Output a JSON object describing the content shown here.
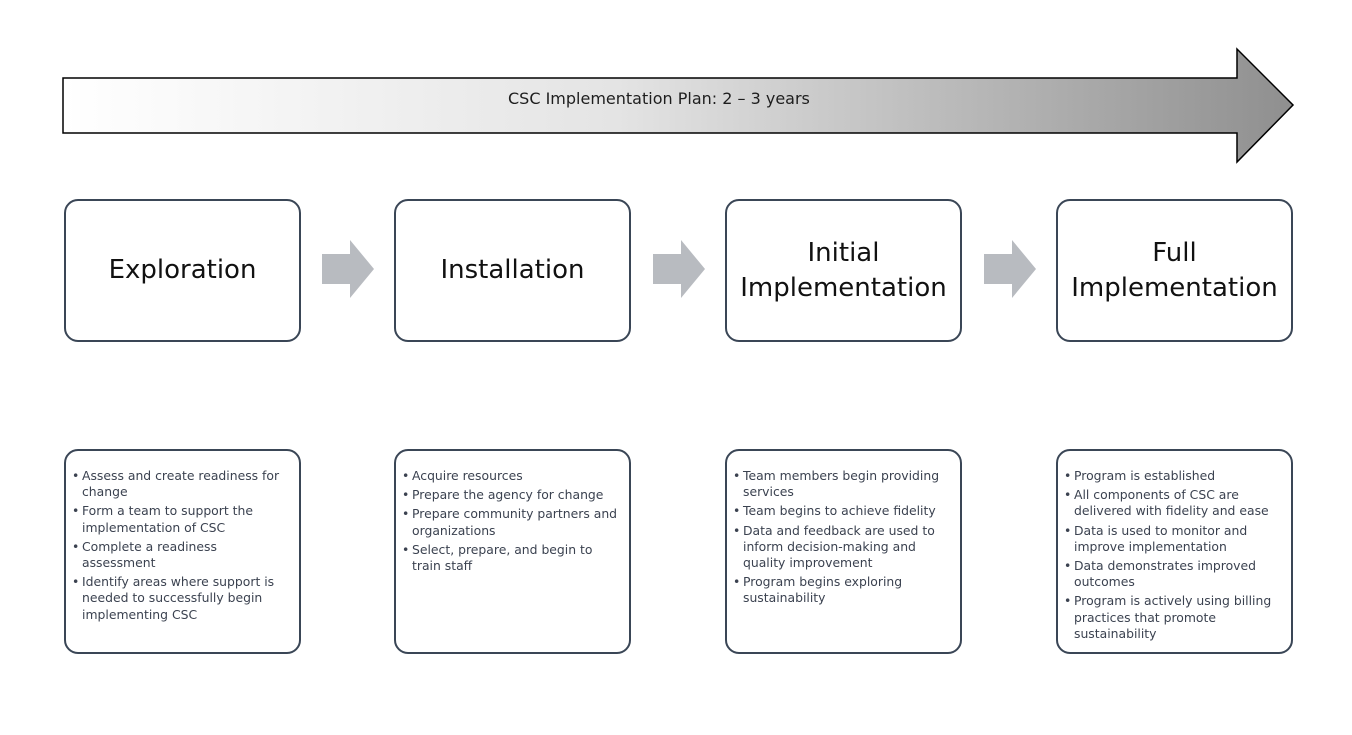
{
  "timeline": {
    "label": "CSC Implementation Plan: 2 – 3 years",
    "gradient_start": "#ffffff",
    "gradient_end": "#8f8f8f"
  },
  "connector": {
    "color": "#b8bbc0",
    "icon": "chevron-right-arrow"
  },
  "stages": [
    {
      "title": "Exploration",
      "items": [
        "Assess and create readiness for change",
        "Form a team to support the implementation of CSC",
        "Complete a readiness assessment",
        "Identify areas where support is needed to successfully begin implementing CSC"
      ]
    },
    {
      "title": "Installation",
      "items": [
        "Acquire resources",
        "Prepare the agency for change",
        "Prepare community partners and organizations",
        "Select, prepare, and begin to train staff"
      ]
    },
    {
      "title": "Initial\nImplementation",
      "items": [
        "Team members begin providing services",
        "Team begins to achieve fidelity",
        "Data and feedback are used to inform decision-making and quality improvement",
        "Program begins exploring sustainability"
      ]
    },
    {
      "title": "Full\nImplementation",
      "items": [
        "Program is established",
        "All components of CSC are delivered with fidelity and ease",
        "Data is used to monitor and improve implementation",
        "Data demonstrates improved outcomes",
        "Program is actively using billing practices that promote sustainability"
      ]
    }
  ]
}
